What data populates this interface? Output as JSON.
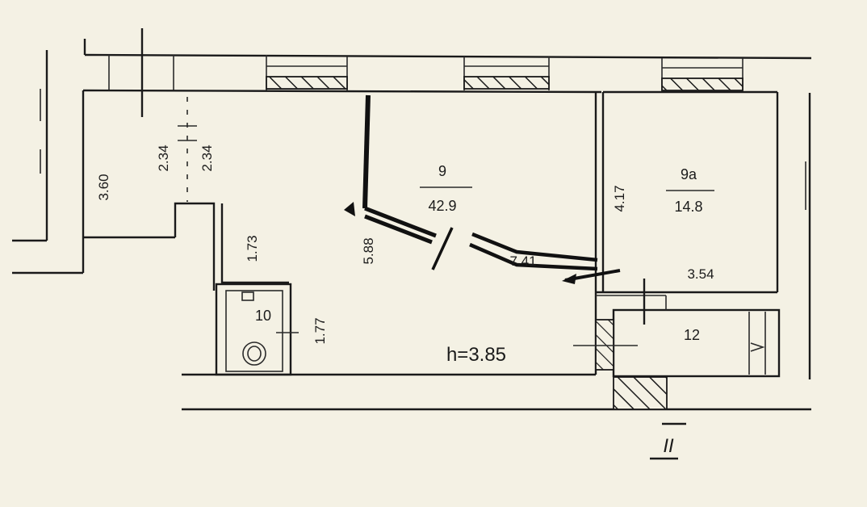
{
  "rooms": {
    "room_9": {
      "number": "9",
      "area": "42.9"
    },
    "room_9a": {
      "number": "9a",
      "area": "14.8"
    },
    "room_10": {
      "number": "10"
    },
    "room_12": {
      "number": "12"
    }
  },
  "dimensions": {
    "d_360": "3.60",
    "d_234_left": "2.34",
    "d_234_right": "2.34",
    "d_173": "1.73",
    "d_177": "1.77",
    "d_588": "5.88",
    "d_741": "7.41",
    "d_417": "4.17",
    "d_354": "3.54"
  },
  "ceiling_height": "h=3.85",
  "section_mark": "II",
  "colors": {
    "paper": "#f4f1e4",
    "ink": "#1a1a1a"
  }
}
